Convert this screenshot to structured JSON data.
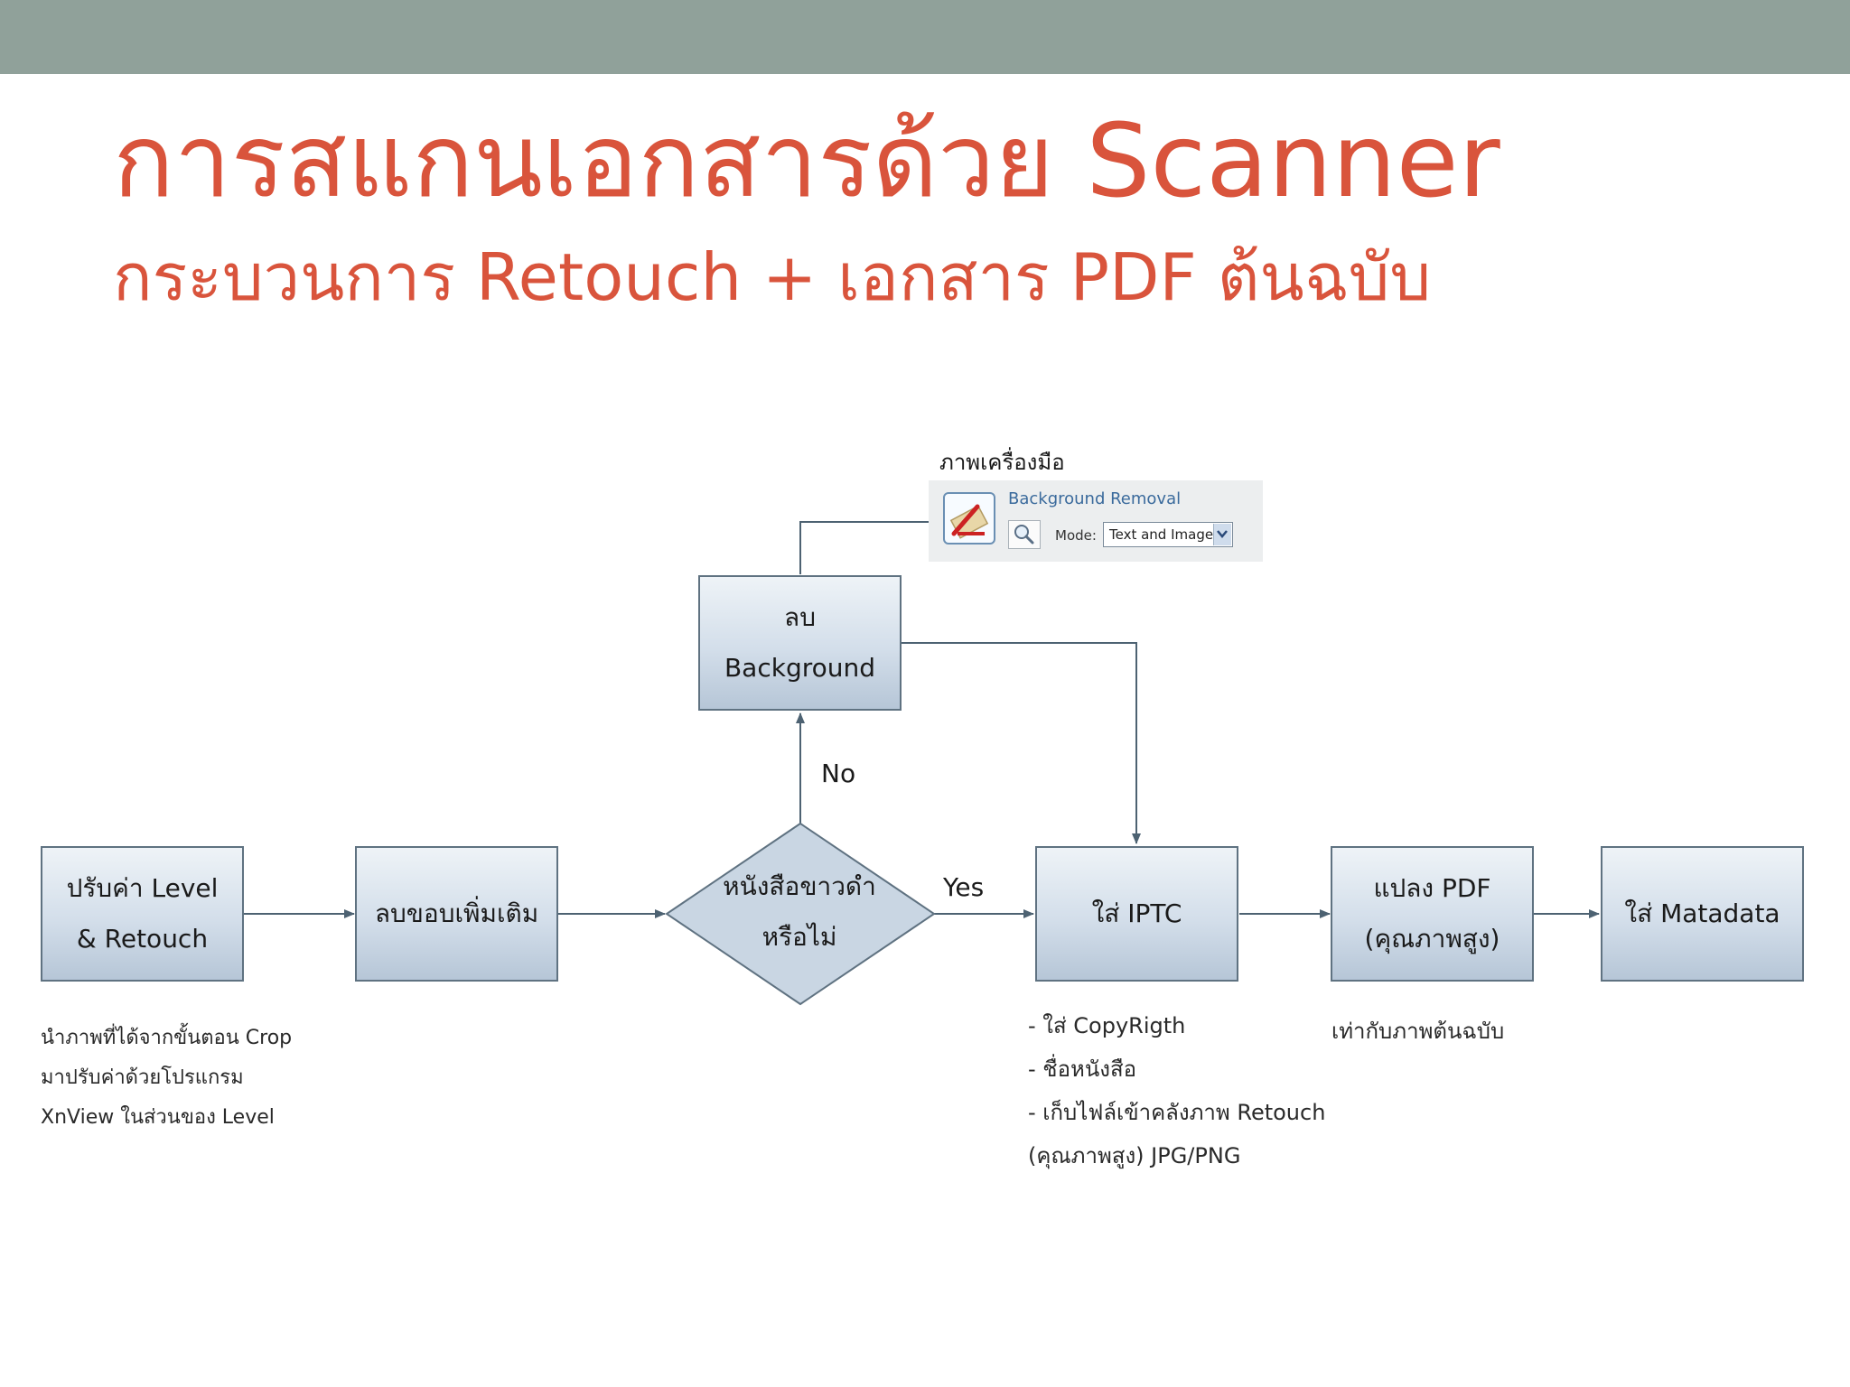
{
  "colors": {
    "top_bar": "#90a19a",
    "title": "#d9543c",
    "box_border": "#5f7281",
    "arrow": "#4d6272"
  },
  "title": "การสแกนเอกสารด้วย Scanner",
  "subtitle": "กระบวนการ Retouch + เอกสาร PDF ต้นฉบับ",
  "diagram": {
    "nodes": {
      "adjust": [
        "ปรับค่า Level",
        "& Retouch"
      ],
      "trim": [
        "ลบขอบเพิ่มเติม"
      ],
      "decision": [
        "หนังสือขาวดำ",
        "หรือไม่"
      ],
      "remove_bg": [
        "ลบ",
        "Background"
      ],
      "iptc": [
        "ใส่ IPTC"
      ],
      "pdf": [
        "แปลง PDF",
        "(คุณภาพสูง)"
      ],
      "metadata": [
        "ใส่ Matadata"
      ]
    },
    "edge_labels": {
      "no": "No",
      "yes": "Yes"
    },
    "tool_caption": "ภาพเครื่องมือ",
    "tool_panel": {
      "icon": "eraser-icon",
      "title": "Background Removal",
      "zoom_icon": "magnifier-icon",
      "mode_label": "Mode:",
      "mode_value": "Text and Image",
      "dropdown_icon": "chevron-down-icon"
    },
    "notes": {
      "adjust": [
        "นำภาพที่ได้จากขั้นตอน Crop",
        "มาปรับค่าด้วยโปรแกรม",
        "XnView ในส่วนของ Level"
      ],
      "iptc": [
        "- ใส่ CopyRigth",
        "- ชื่อหนังสือ",
        "- เก็บไฟล์เข้าคลังภาพ Retouch",
        "(คุณภาพสูง) JPG/PNG"
      ],
      "pdf": [
        "เท่ากับภาพต้นฉบับ"
      ]
    }
  }
}
